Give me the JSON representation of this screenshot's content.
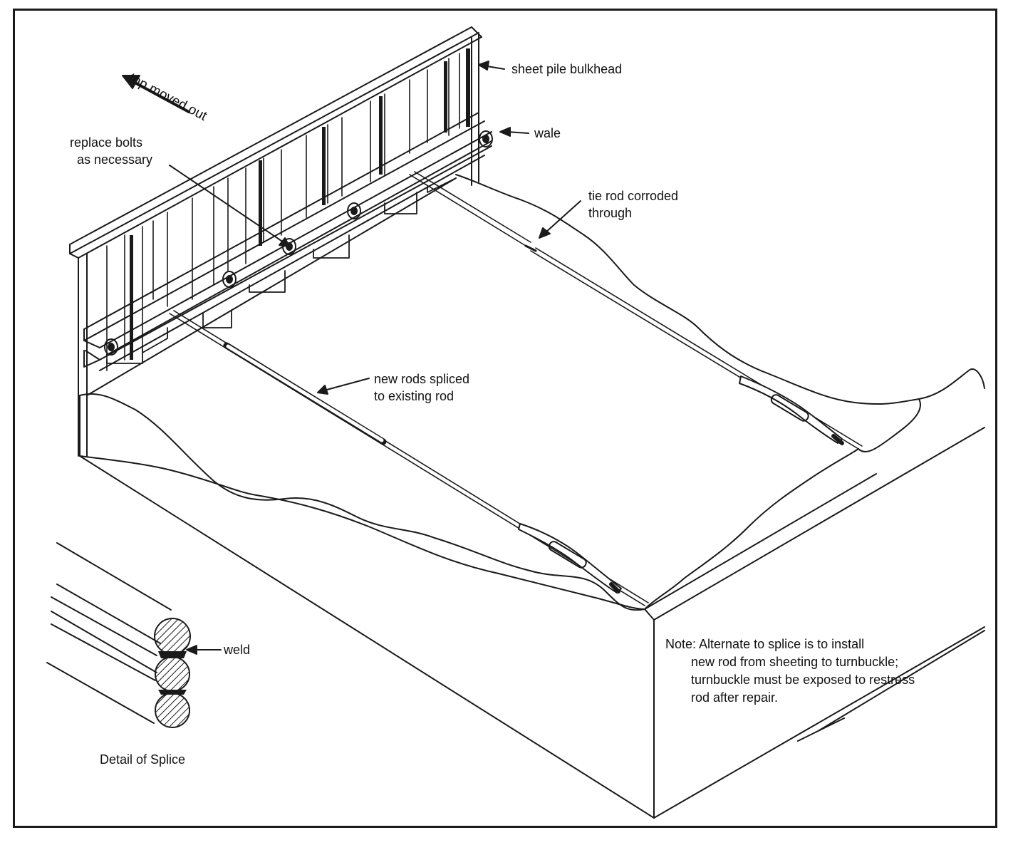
{
  "labels": {
    "top_moved_out": "top moved out",
    "sheet_pile_bulkhead": "sheet pile bulkhead",
    "wale": "wale",
    "replace_bolts_line1": "replace bolts",
    "replace_bolts_line2": "as necessary",
    "tie_rod_line1": "tie rod corroded",
    "tie_rod_line2": "through",
    "new_rods_line1": "new rods spliced",
    "new_rods_line2": "to existing rod",
    "weld": "weld",
    "detail_caption": "Detail of Splice"
  },
  "note": {
    "line1": "Note:  Alternate to splice is to install",
    "line2": "new rod from sheeting to turnbuckle;",
    "line3": "turnbuckle must be exposed to restress",
    "line4": "rod after repair."
  }
}
